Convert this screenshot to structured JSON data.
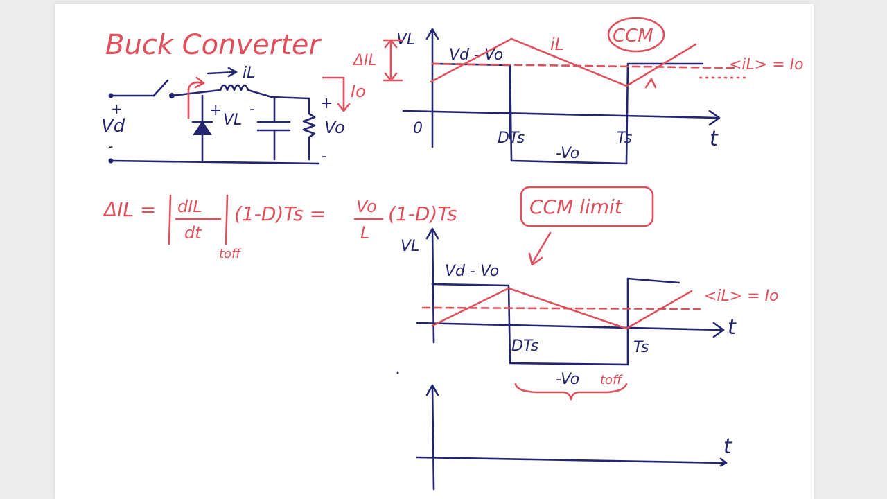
{
  "title": "Buck Converter",
  "colors": {
    "red_ink": "#e0505c",
    "blue_ink": "#23266e",
    "paper": "#ffffff",
    "background": "#ececec"
  },
  "circuit": {
    "source_label": "Vd",
    "source_plus": "+",
    "source_minus": "-",
    "inductor_current": "iL",
    "inductor_voltage": "VL",
    "vl_plus": "+",
    "vl_minus": "-",
    "output_voltage": "Vo",
    "output_plus": "+",
    "output_minus": "-",
    "output_current": "Io"
  },
  "equation": {
    "lhs": "ΔIL =",
    "derivative_num": "dIL",
    "derivative_den": "dt",
    "subscript": "toff",
    "middle": "(1-D)Ts =",
    "frac_num": "Vo",
    "frac_den": "L",
    "rhs": "(1-D)Ts"
  },
  "graph_ccm": {
    "badge": "CCM",
    "y_axis_label": "VL",
    "ripple_label": "ΔIL",
    "high_level_label": "Vd - Vo",
    "current_label": "iL",
    "origin_label": "0",
    "dts_label": "DTs",
    "ts_label": "Ts",
    "low_level_label": "-Vo",
    "t_axis_label": "t",
    "avg_label": "<iL> = Io"
  },
  "graph_limit": {
    "badge": "CCM limit",
    "y_axis_label": "VL",
    "high_level_label": "Vd - Vo",
    "avg_label": "<iL> = Io",
    "t_axis_label": "t",
    "dts_label": "DTs",
    "ts_label": "Ts",
    "low_level_label": "-Vo",
    "toff_label": "toff"
  },
  "graph_empty": {
    "t_axis_label": "t"
  }
}
